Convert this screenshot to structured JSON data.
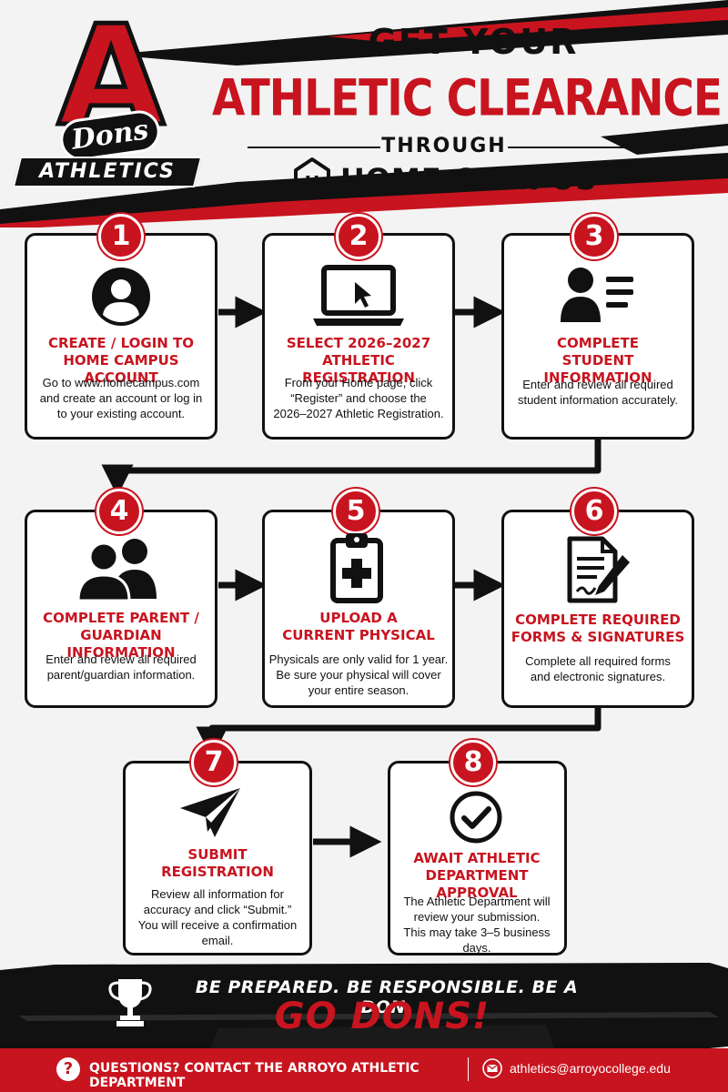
{
  "header": {
    "logo_letter": "A",
    "logo_script": "Dons",
    "logo_band": "ATHLETICS",
    "line1": "GET YOUR",
    "line2": "ATHLETIC CLEARANCE",
    "through": "THROUGH",
    "brand": "HOME CAMPUS",
    "brand_icon_letter": "H"
  },
  "steps": [
    {
      "number": "1",
      "icon": "user-icon",
      "title": "CREATE / LOGIN TO\nHOME CAMPUS ACCOUNT",
      "desc": "Go to www.homecampus.com\nand create an account or log in\nto your existing account."
    },
    {
      "number": "2",
      "icon": "laptop-cursor-icon",
      "title": "SELECT 2026–2027\nATHLETIC REGISTRATION",
      "desc": "From your Home page, click\n“Register” and choose the\n2026–2027 Athletic Registration."
    },
    {
      "number": "3",
      "icon": "id-card-icon",
      "title": "COMPLETE\nSTUDENT INFORMATION",
      "desc": "Enter and review all required\nstudent information accurately."
    },
    {
      "number": "4",
      "icon": "people-icon",
      "title": "COMPLETE PARENT /\nGUARDIAN INFORMATION",
      "desc": "Enter and review all required\nparent/guardian information."
    },
    {
      "number": "5",
      "icon": "clipboard-medical-icon",
      "title": "UPLOAD A\nCURRENT PHYSICAL",
      "desc": "Physicals are only valid for 1 year.\nBe sure your physical will cover\nyour entire season."
    },
    {
      "number": "6",
      "icon": "document-pen-icon",
      "title": "COMPLETE REQUIRED\nFORMS & SIGNATURES",
      "desc": "Complete all required forms\nand electronic signatures."
    },
    {
      "number": "7",
      "icon": "paper-plane-icon",
      "title": "SUBMIT\nREGISTRATION",
      "desc": "Review all information for\naccuracy and click “Submit.”\nYou will receive a confirmation\nemail."
    },
    {
      "number": "8",
      "icon": "check-circle-icon",
      "title": "AWAIT ATHLETIC\nDEPARTMENT APPROVAL",
      "desc": "The Athletic Department will\nreview your submission.\nThis may take 3–5 business days."
    }
  ],
  "banner": {
    "icon": "trophy-icon",
    "motto": "BE PREPARED. BE RESPONSIBLE. BE A DON.",
    "cheer": "GO DONS!"
  },
  "footer": {
    "question_icon": "?",
    "question_text": "QUESTIONS? CONTACT THE ARROYO ATHLETIC DEPARTMENT",
    "email_icon": "envelope-icon",
    "email": "athletics@arroyocollege.edu"
  },
  "colors": {
    "accent": "#c8141f",
    "dark": "#111111",
    "background": "#f3f3f3",
    "card": "#ffffff"
  }
}
